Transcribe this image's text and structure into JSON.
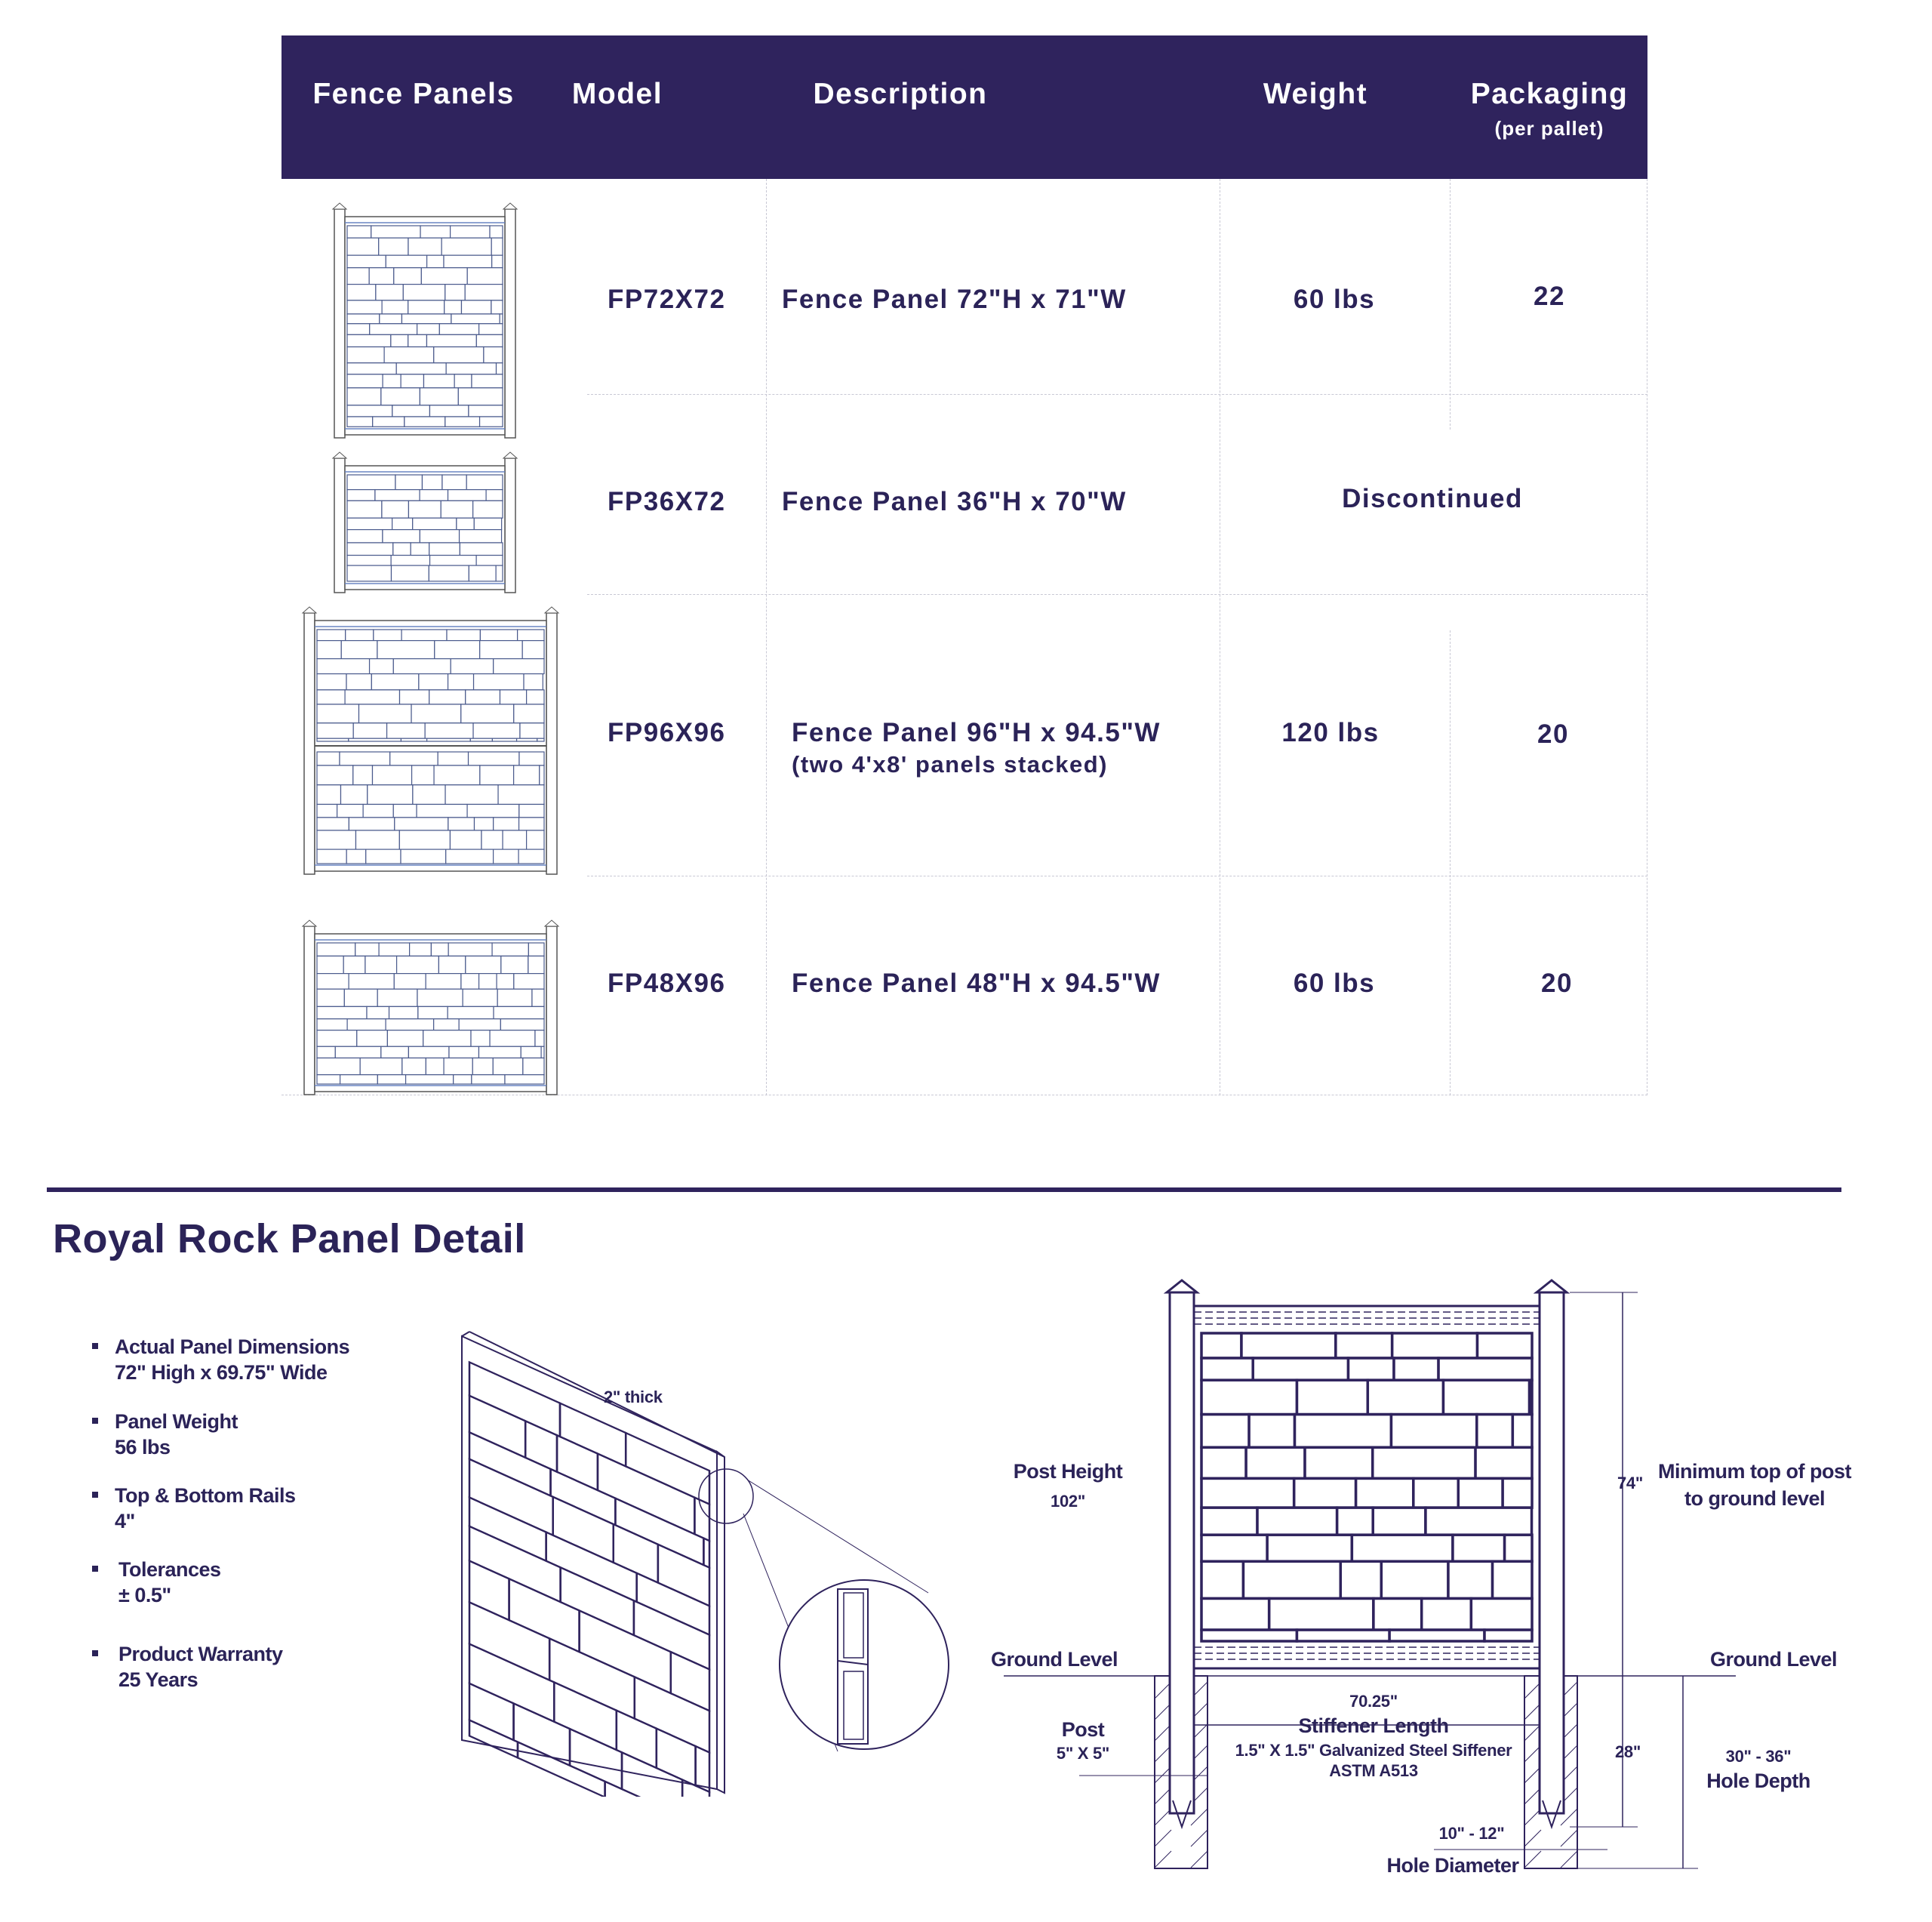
{
  "table": {
    "headers": {
      "fence_panels": "Fence Panels",
      "model": "Model",
      "description": "Description",
      "weight": "Weight",
      "packaging": "Packaging",
      "packaging_sub": "(per pallet)"
    },
    "rows": [
      {
        "model": "FP72X72",
        "description": "Fence Panel 72\"H x 71\"W",
        "weight": "60 lbs",
        "packaging": "22"
      },
      {
        "model": "FP36X72",
        "description": "Fence Panel 36\"H x 70\"W",
        "status": "Discontinued"
      },
      {
        "model": "FP96X96",
        "description": "Fence Panel 96\"H x 94.5\"W",
        "description_sub": "(two 4'x8' panels stacked)",
        "weight": "120 lbs",
        "packaging": "20"
      },
      {
        "model": "FP48X96",
        "description": "Fence Panel 48\"H x 94.5\"W",
        "weight": "60 lbs",
        "packaging": "20"
      }
    ]
  },
  "section": {
    "title": "Royal Rock Panel Detail",
    "specs": [
      {
        "label": "Actual Panel Dimensions",
        "value": "72\" High x 69.75\" Wide"
      },
      {
        "label": "Panel Weight",
        "value": "56 lbs"
      },
      {
        "label": "Top & Bottom Rails",
        "value": "4\""
      },
      {
        "label": "Tolerances",
        "value": "± 0.5\""
      },
      {
        "label": "Product Warranty",
        "value": "25 Years"
      }
    ]
  },
  "drawing": {
    "thickness": "2\" thick",
    "post_height_label": "Post Height",
    "post_height_value": "102\"",
    "min_top_label_1": "Minimum top of post",
    "min_top_label_2": "to ground level",
    "dim_74": "74\"",
    "ground_left": "Ground Level",
    "ground_right": "Ground Level",
    "stiffener_dim": "70.25\"",
    "stiffener_label": "Stiffener Length",
    "stiffener_spec": "1.5\" X 1.5\" Galvanized Steel Siffener",
    "stiffener_astm": "ASTM A513",
    "post_label": "Post",
    "post_size": "5\" X 5\"",
    "dim_28": "28\"",
    "hole_depth_value": "30\" - 36\"",
    "hole_depth_label": "Hole Depth",
    "hole_dia_value": "10\" - 12\"",
    "hole_dia_label": "Hole Diameter"
  },
  "colors": {
    "navy": "#2f235d",
    "text": "#2b2358",
    "stone_blue": "#6a86c4"
  }
}
